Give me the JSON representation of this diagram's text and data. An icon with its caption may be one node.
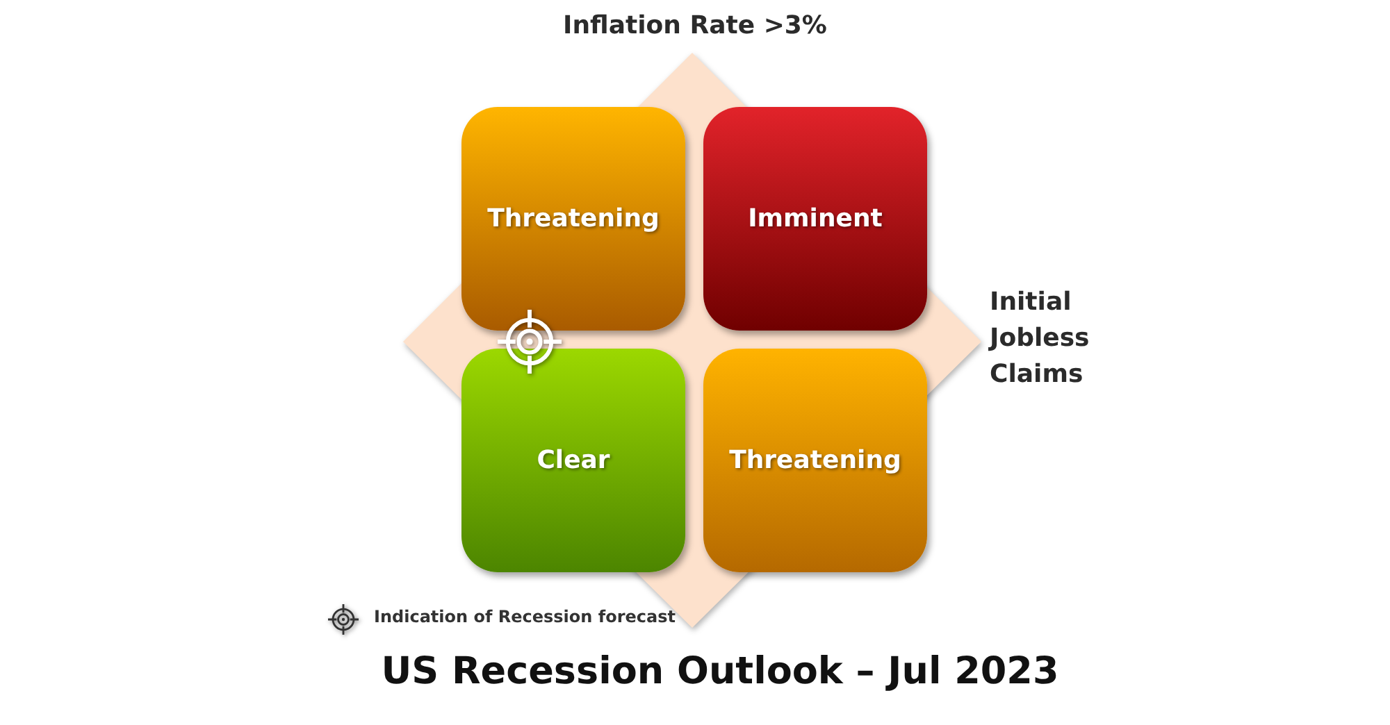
{
  "diagram": {
    "title": "US Recession Outlook – Jul 2023",
    "nodes": [
      {
        "text": [
          "Threatening"
        ]
      },
      {
        "text": [
          "Imminent"
        ]
      },
      {
        "text": [
          "Clear"
        ]
      },
      {
        "text": [
          "Threatening"
        ]
      }
    ],
    "labels": [
      "Inflation Rate >3%",
      "Initial Jobless Claims"
    ],
    "legend": [
      {
        "text": "Indication of Recession forecast"
      }
    ]
  }
}
